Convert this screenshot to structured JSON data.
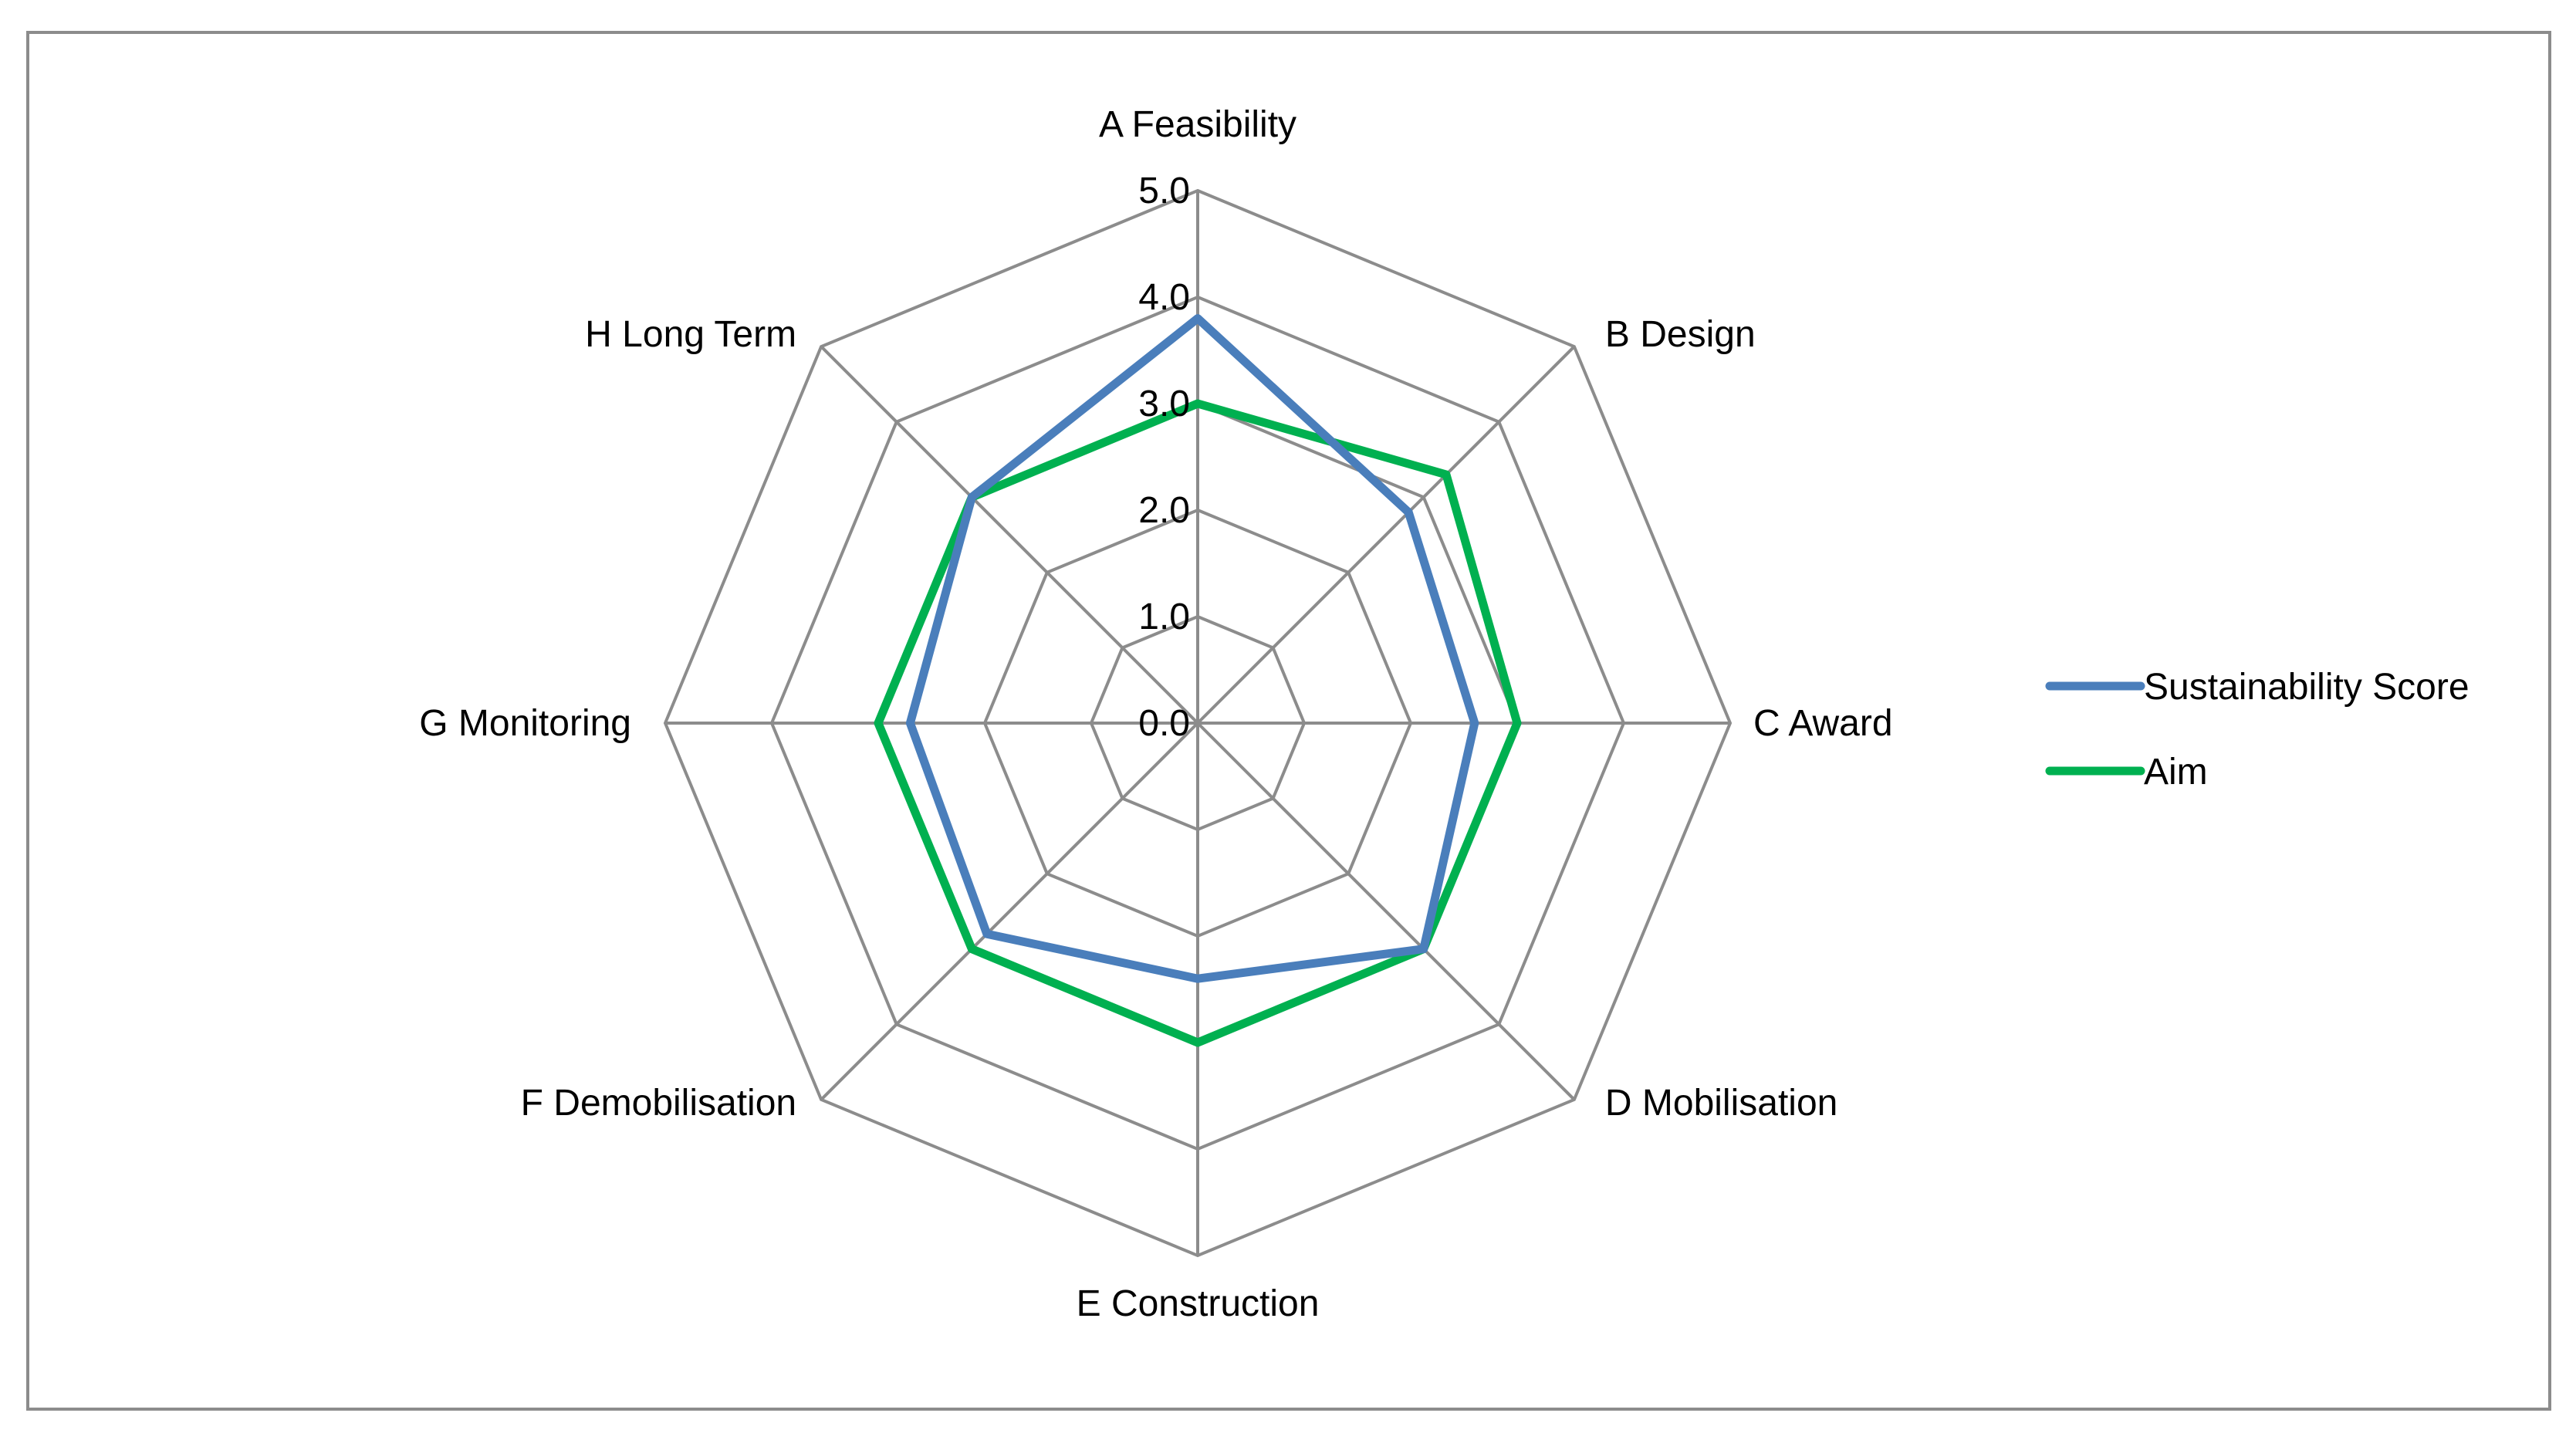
{
  "chart_data": {
    "type": "radar",
    "categories": [
      "A Feasibility",
      "B Design",
      "C Award",
      "D Mobilisation",
      "E Construction",
      "F Demobilisation",
      "G Monitoring",
      "H Long Term"
    ],
    "rlim": [
      0,
      5
    ],
    "ticks": [
      "0.0",
      "1.0",
      "2.0",
      "3.0",
      "4.0",
      "5.0"
    ],
    "grid": true,
    "legend": "right",
    "series": [
      {
        "name": "Sustainability Score",
        "color": "#4a7ebb",
        "values": [
          3.8,
          2.8,
          2.6,
          3.0,
          2.4,
          2.8,
          2.7,
          3.0
        ]
      },
      {
        "name": "Aim",
        "color": "#00b050",
        "values": [
          3.0,
          3.3,
          3.0,
          3.0,
          3.0,
          3.0,
          3.0,
          3.0
        ]
      }
    ]
  }
}
